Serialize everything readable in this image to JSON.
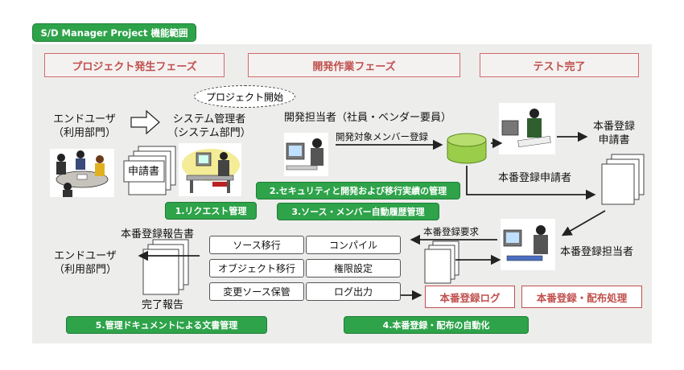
{
  "title": "S/D Manager Project 機能範囲",
  "phases": [
    "プロジェクト発生フェーズ",
    "開発作業フェーズ",
    "テスト完了"
  ],
  "bubble": "プロジェクト開始",
  "actors": {
    "end_user": "エンドユーザ",
    "end_user_dept": "（利用部門）",
    "sysadmin": "システム管理者",
    "sysadmin_dept": "（システム部門）",
    "developer": "開発担当者（社員・ベンダー要員）",
    "prod_applicant": "本番登録申請者",
    "prod_registrar": "本番登録担当者",
    "end_user2": "エンドユーザ",
    "end_user2_dept": "（利用部門）"
  },
  "docs": {
    "application": "申請書",
    "prod_app_1": "本番登録",
    "prod_app_2": "申請書",
    "prod_report": "本番登録報告書",
    "completion_report": "完了報告"
  },
  "flows": {
    "member_registration": "開発対象メンバー登録",
    "prod_request": "本番登録要求"
  },
  "functions": [
    "1.リクエスト管理",
    "2.セキュリティと開発および移行実績の管理",
    "3.ソース・メンバー自動履歴管理",
    "4.本番登録・配布の自動化",
    "5.管理ドキュメントによる文書管理"
  ],
  "tasks": [
    "ソース移行",
    "コンパイル",
    "オブジェクト移行",
    "権限設定",
    "変更ソース保管",
    "ログ出力"
  ],
  "outputs": [
    "本番登録ログ",
    "本番登録・配布処理"
  ],
  "colors": {
    "green": "#2ea34a",
    "red": "#c0504d",
    "panel": "#ededec",
    "db": "#9acd4a"
  }
}
